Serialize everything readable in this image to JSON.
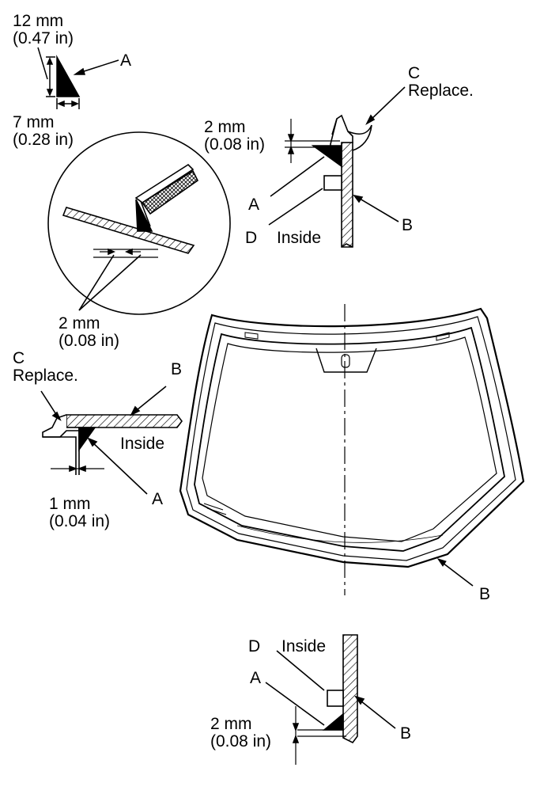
{
  "labels": {
    "bead_height_mm": "12 mm",
    "bead_height_in": "(0.47 in)",
    "bead_width_mm": "7 mm",
    "bead_width_in": "(0.28 in)",
    "letter_a": "A",
    "letter_b": "B",
    "letter_c": "C",
    "letter_d": "D",
    "replace": "Replace.",
    "inside": "Inside",
    "gap_2mm": "2 mm",
    "gap_2mm_in": "(0.08 in)",
    "gap_1mm": "1 mm",
    "gap_1mm_in": "(0.04 in)"
  }
}
